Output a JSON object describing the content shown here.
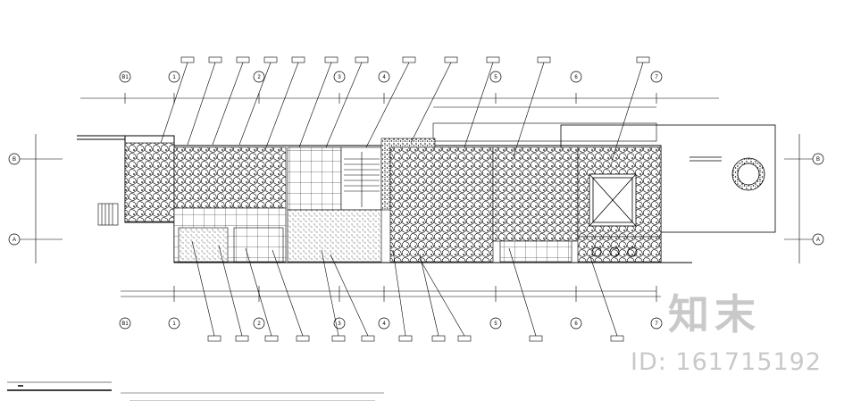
{
  "axes_top": [
    "B1",
    "1",
    "2",
    "3",
    "4",
    "5",
    "6",
    "7"
  ],
  "axes_bottom": [
    "B1",
    "1",
    "2",
    "3",
    "4",
    "5",
    "6",
    "7"
  ],
  "axes_side": [
    "B",
    "A"
  ],
  "watermark": {
    "logo": "知末",
    "id": "ID: 161715192"
  },
  "colors": {
    "line": "#000000",
    "watermark": "#c9c9c9",
    "dimension": "#7a0000"
  }
}
